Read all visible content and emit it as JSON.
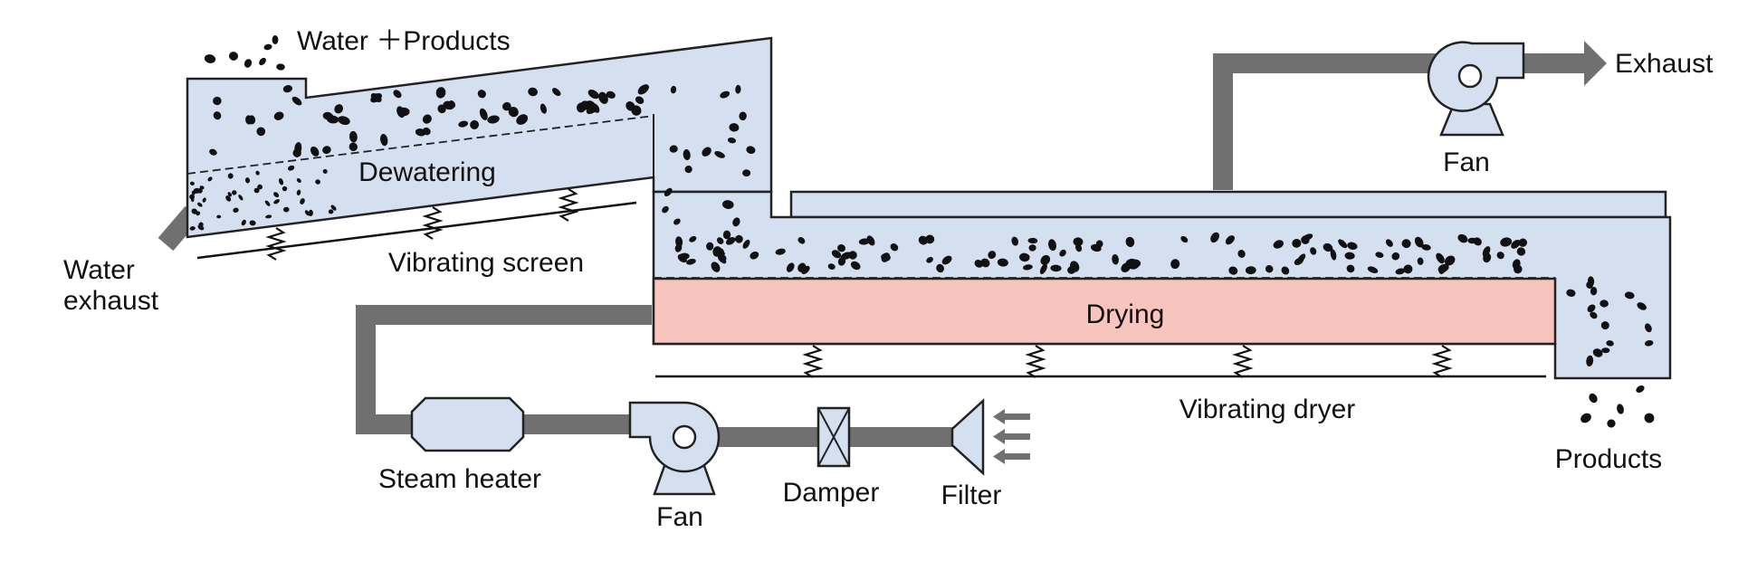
{
  "labels": {
    "inlet": "Water ＋Products",
    "dewatering": "Dewatering",
    "vibrating_screen": "Vibrating screen",
    "water_exhaust_line1": "Water",
    "water_exhaust_line2": "exhaust",
    "drying": "Drying",
    "vibrating_dryer": "Vibrating dryer",
    "steam_heater": "Steam heater",
    "fan_bottom": "Fan",
    "damper": "Damper",
    "filter": "Filter",
    "fan_top": "Fan",
    "exhaust": "Exhaust",
    "products": "Products"
  },
  "colors": {
    "vessel_fill": "#d4dff0",
    "drying_fill": "#f7c5bd",
    "pipe": "#707070",
    "outline": "#222222",
    "particles": "#111111"
  },
  "icons": {
    "fan": "centrifugal-fan-icon",
    "damper": "damper-icon",
    "filter": "filter-icon",
    "heater": "steam-heater-icon",
    "spring": "spring-icon"
  }
}
